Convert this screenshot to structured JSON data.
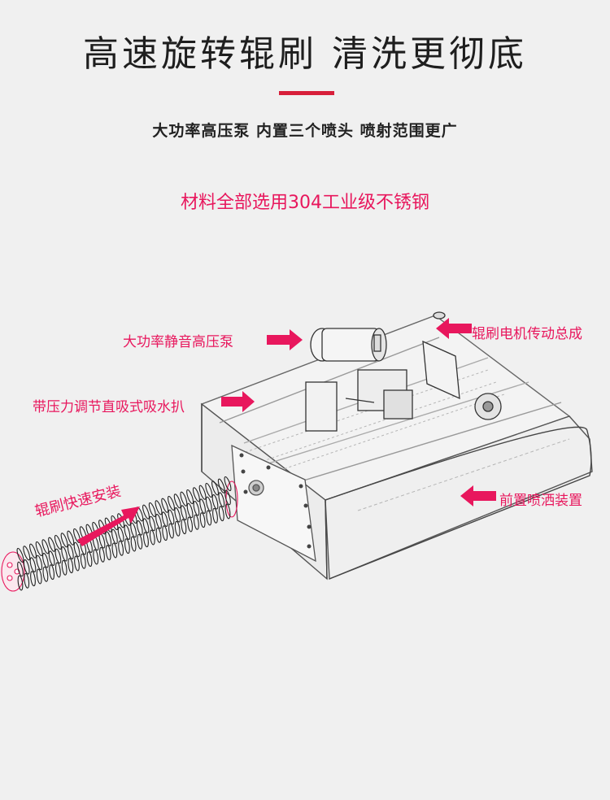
{
  "title": "高速旋转辊刷 清洗更彻底",
  "subtitle": "大功率高压泵 内置三个喷头 喷射范围更广",
  "material": "材料全部选用304工业级不锈钢",
  "labels": {
    "pump": "大功率静音高压泵",
    "motor": "辊刷电机传动总成",
    "suction": "带压力调节直吸式吸水扒",
    "spray": "前置喷洒装置",
    "roller": "辊刷快速安装"
  },
  "colors": {
    "accent": "#e8175d",
    "divider": "#d71f3a",
    "background": "#f0f0f0"
  }
}
